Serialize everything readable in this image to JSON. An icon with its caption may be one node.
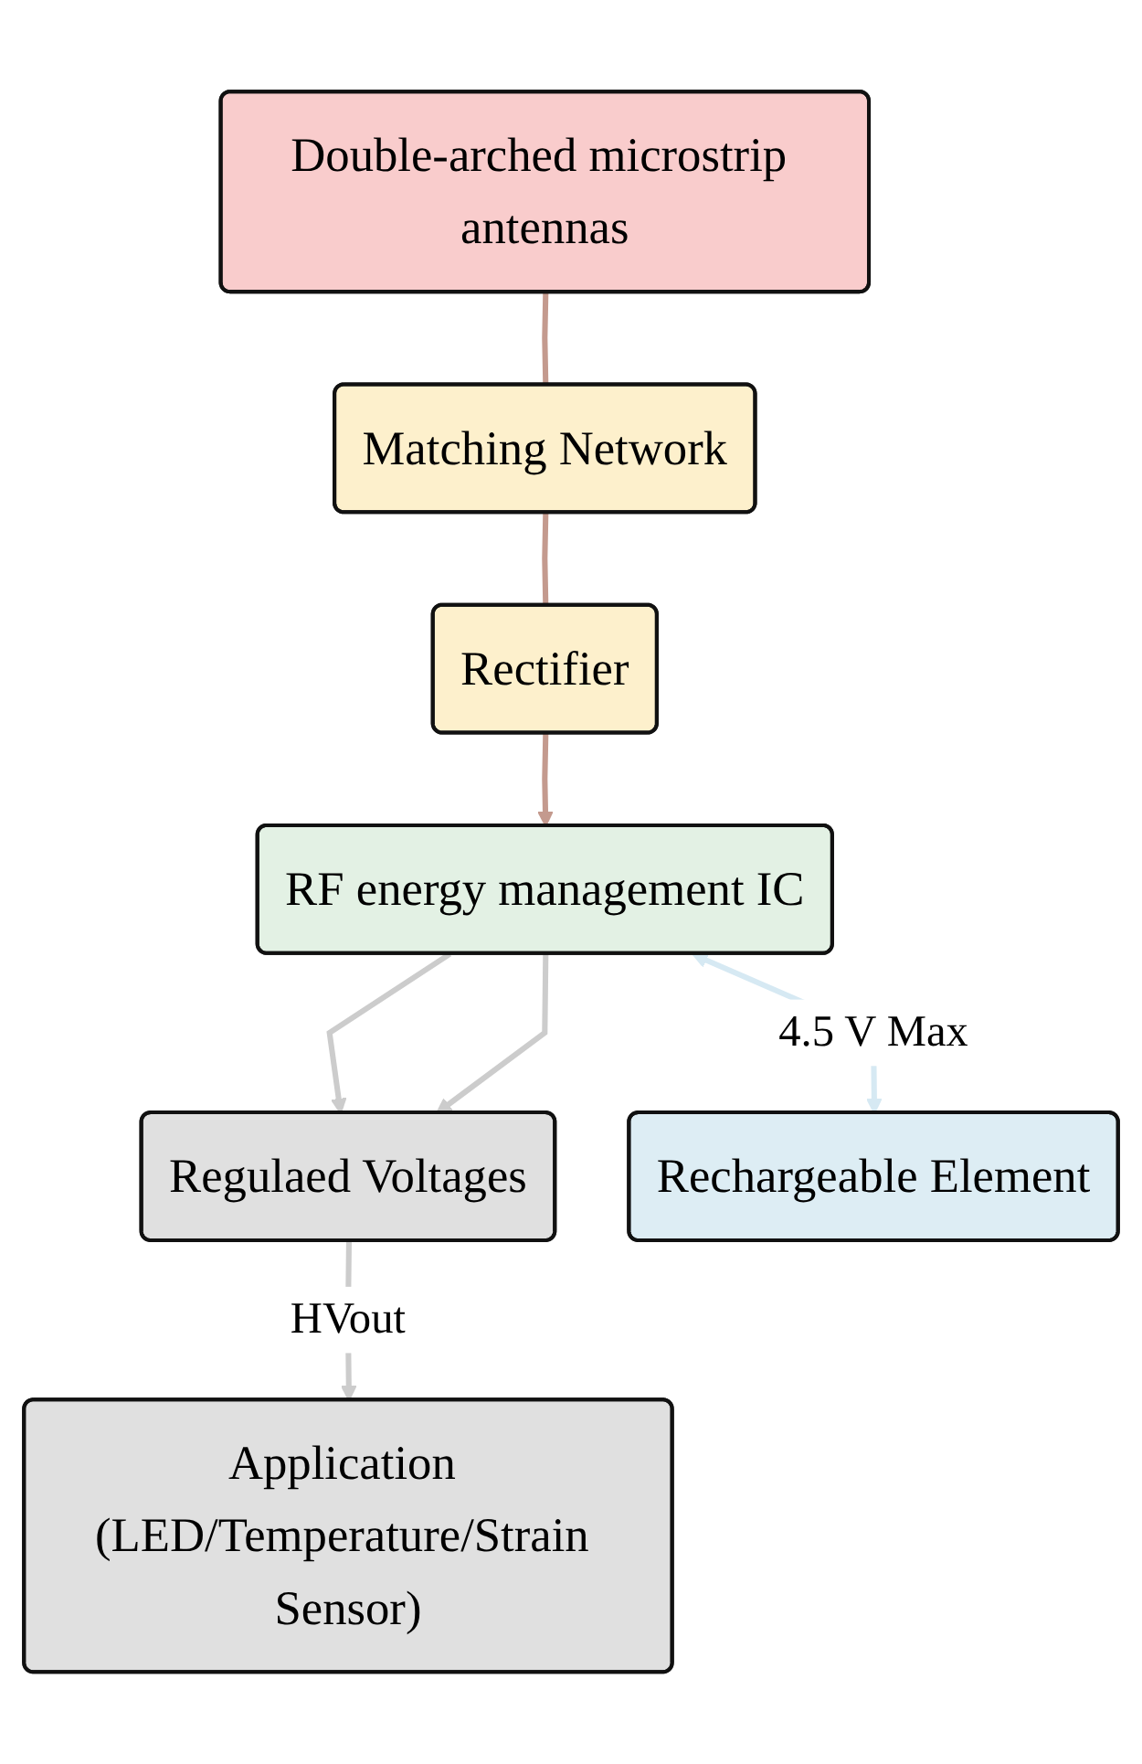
{
  "diagram": {
    "nodes": [
      {
        "text": [
          "Double-arched microstrip antennas"
        ]
      },
      {
        "text": [
          "Matching Network"
        ]
      },
      {
        "text": [
          "Rectifier"
        ]
      },
      {
        "text": [
          "RF energy management IC"
        ]
      },
      {
        "text": [
          "Regulaed Voltages"
        ]
      },
      {
        "text": [
          "Rechargeable Element"
        ]
      },
      {
        "text": [
          "Application (LED/Temperature/Strain Sensor)"
        ]
      }
    ],
    "edges": [
      {
        "from": 0,
        "to": 1,
        "arrow": "none",
        "color": "#c49a8e"
      },
      {
        "from": 1,
        "to": 2,
        "arrow": "none",
        "color": "#c49a8e"
      },
      {
        "from": 2,
        "to": 3,
        "arrow": "to",
        "color": "#c49a8e"
      },
      {
        "from": 3,
        "to": 5,
        "arrow": "both",
        "label": "4.5 V Max",
        "color": "#d6e9f3"
      },
      {
        "from": 3,
        "to": 4,
        "arrow": "to"
      },
      {
        "from": 3,
        "to": 4,
        "arrow": "to"
      },
      {
        "from": 4,
        "to": 6,
        "arrow": "to",
        "label": "HVout"
      }
    ]
  }
}
